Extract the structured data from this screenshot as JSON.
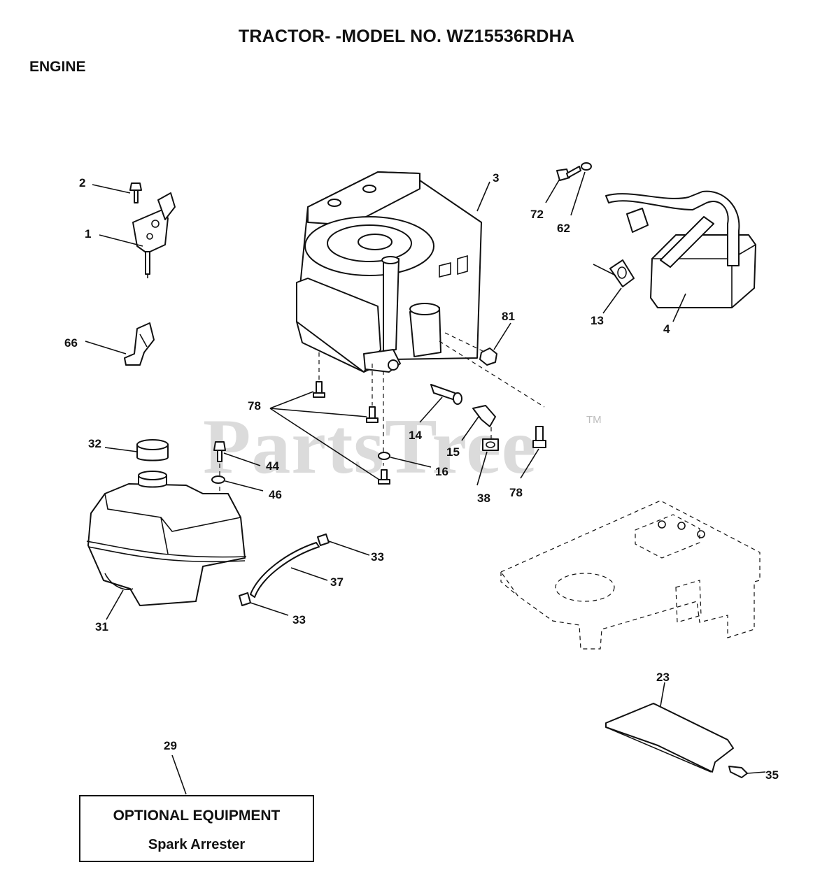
{
  "header": {
    "title": "TRACTOR- -MODEL NO. WZ15536RDHA",
    "section": "ENGINE"
  },
  "watermark": {
    "text": "PartsTree",
    "trademark": "TM"
  },
  "callouts": {
    "c1": "1",
    "c2": "2",
    "c3": "3",
    "c4": "4",
    "c13": "13",
    "c14": "14",
    "c15": "15",
    "c16": "16",
    "c23": "23",
    "c29": "29",
    "c31": "31",
    "c32": "32",
    "c33a": "33",
    "c33b": "33",
    "c35": "35",
    "c37": "37",
    "c38": "38",
    "c44": "44",
    "c46": "46",
    "c62": "62",
    "c66": "66",
    "c72": "72",
    "c78a": "78",
    "c78b": "78",
    "c81": "81"
  },
  "optional_equipment": {
    "title": "OPTIONAL EQUIPMENT",
    "item": "Spark Arrester"
  },
  "colors": {
    "ink": "#111111",
    "watermark": "#d3d3d3",
    "background": "#ffffff"
  }
}
